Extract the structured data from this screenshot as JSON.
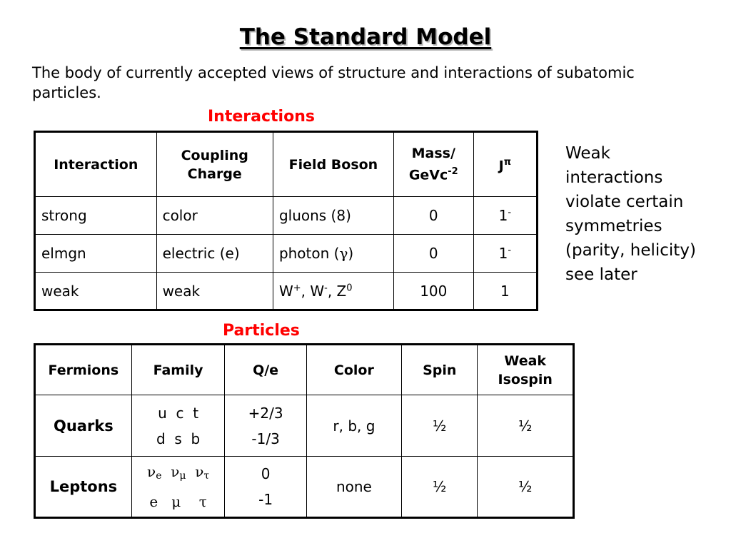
{
  "title": "The Standard Model",
  "subtitle": "The body of currently accepted views of structure and interactions of subatomic particles.",
  "interactions": {
    "heading": "Interactions",
    "headers": {
      "interaction": "Interaction",
      "coupling_1": "Coupling",
      "coupling_2": "Charge",
      "field_boson": "Field Boson",
      "mass_1": "Mass/",
      "mass_2": "GeVc",
      "mass_exp": "-2",
      "jpi_base": "J",
      "jpi_exp": "π"
    },
    "rows": [
      {
        "interaction": "strong",
        "charge": "color",
        "boson": "gluons (8)",
        "mass": "0",
        "jpi": "1",
        "jpi_exp": "-"
      },
      {
        "interaction": "elmgn",
        "charge": "electric (e)",
        "boson_pre": "photon (",
        "boson_sym": "γ",
        "boson_post": ")",
        "mass": "0",
        "jpi": "1",
        "jpi_exp": "-"
      },
      {
        "interaction": "weak",
        "charge": "weak",
        "boson_w1": "W",
        "boson_w1_exp": "+",
        "boson_sep1": ", W",
        "boson_w2_exp": "-",
        "boson_sep2": ", Z",
        "boson_z_exp": "0",
        "mass": "100",
        "jpi": "1"
      }
    ]
  },
  "note": {
    "lines": [
      "Weak",
      "interactions",
      "violate certain",
      "symmetries",
      "(parity, helicity)",
      "see later"
    ]
  },
  "particles": {
    "heading": "Particles",
    "headers": {
      "fermions": "Fermions",
      "family": "Family",
      "charge": "Q/e",
      "color": "Color",
      "spin": "Spin",
      "isospin_1": "Weak",
      "isospin_2": "Isospin"
    },
    "rows": [
      {
        "name": "Quarks",
        "family_1": "u  c  t",
        "family_2": "d  s  b",
        "charge_1": "+2/3",
        "charge_2": "-1/3",
        "color": "r, b, g",
        "spin": "½",
        "isospin": "½"
      },
      {
        "name": "Leptons",
        "nu": "ν",
        "sub_e": "e",
        "sub_mu": "μ",
        "sub_tau": "τ",
        "family_2": "e   μ    τ",
        "charge_1": "0",
        "charge_2": "-1",
        "color": "none",
        "spin": "½",
        "isospin": "½"
      }
    ]
  }
}
